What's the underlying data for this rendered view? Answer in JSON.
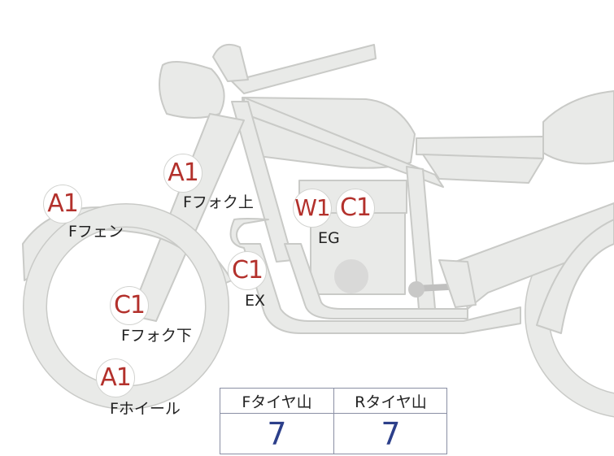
{
  "colors": {
    "body_fill": "#e9eae8",
    "body_stroke": "#c9cac7",
    "marker_text": "#b3312c",
    "marker_border": "#d2d3d0",
    "label_text": "#222222",
    "table_border": "#8a8fa4",
    "tread_value": "#2c3f8a"
  },
  "markers": {
    "f_fender": "A1",
    "f_fork_upper": "A1",
    "engine_w": "W1",
    "engine_c": "C1",
    "exhaust": "C1",
    "f_fork_lower": "C1",
    "f_wheel": "A1"
  },
  "labels": {
    "f_fender": "Fフェン",
    "f_fork_upper": "Fフォク上",
    "engine": "EG",
    "exhaust": "EX",
    "f_fork_lower": "Fフォク下",
    "f_wheel": "Fホイール"
  },
  "tread_table": {
    "front_header": "Fタイヤ山",
    "rear_header": "Rタイヤ山",
    "front_value": "7",
    "rear_value": "7"
  }
}
